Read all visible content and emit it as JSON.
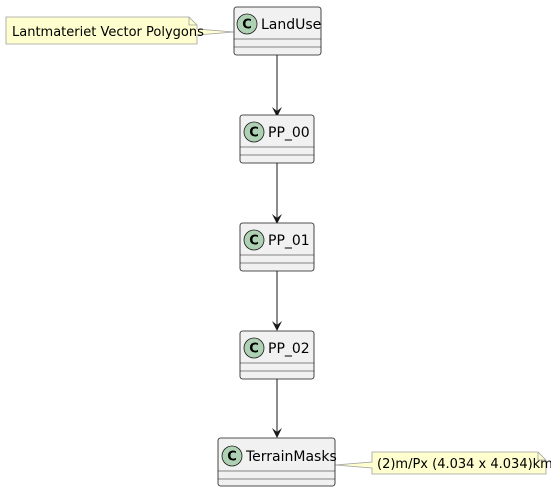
{
  "classes": [
    {
      "name": "LandUse",
      "stereotype_glyph": "C"
    },
    {
      "name": "PP_00",
      "stereotype_glyph": "C"
    },
    {
      "name": "PP_01",
      "stereotype_glyph": "C"
    },
    {
      "name": "PP_02",
      "stereotype_glyph": "C"
    },
    {
      "name": "TerrainMasks",
      "stereotype_glyph": "C"
    }
  ],
  "notes": [
    {
      "text": "Lantmateriet Vector Polygons",
      "attached_to": "LandUse"
    },
    {
      "text": "(2)m/Px (4.034 x 4.034)km",
      "attached_to": "TerrainMasks"
    }
  ],
  "edges": [
    {
      "from": "LandUse",
      "to": "PP_00"
    },
    {
      "from": "PP_00",
      "to": "PP_01"
    },
    {
      "from": "PP_01",
      "to": "PP_02"
    },
    {
      "from": "PP_02",
      "to": "TerrainMasks"
    }
  ],
  "colors": {
    "class_fill": "#f1f1f1",
    "class_border": "#181818",
    "circle_fill": "#add1b2",
    "note_fill": "#fefece",
    "note_border": "#a0a0a0",
    "arrow": "#181818"
  }
}
